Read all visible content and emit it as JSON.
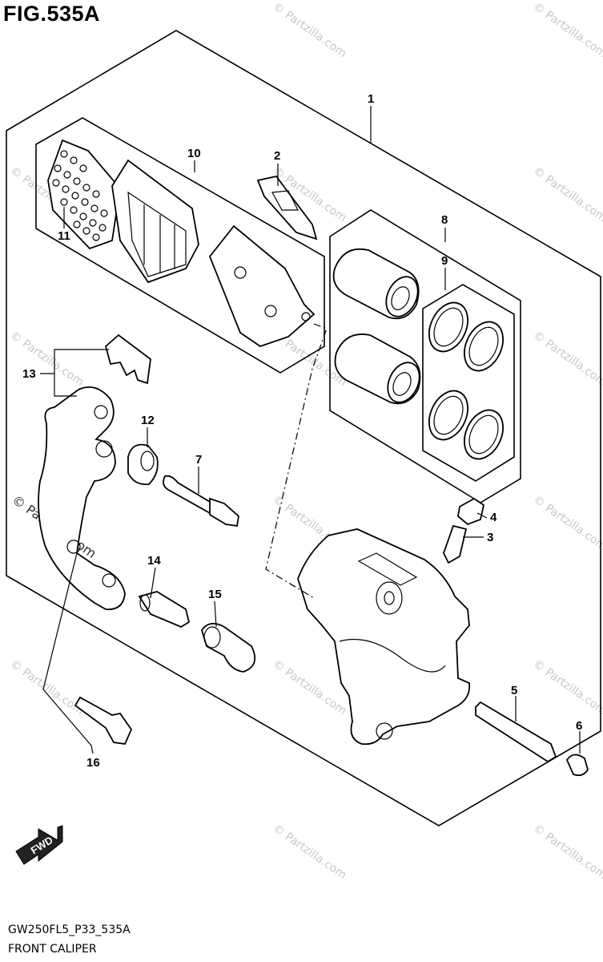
{
  "figure": {
    "title": "FIG.535A"
  },
  "footer": {
    "code": "GW250FL5_P33_535A",
    "name": "FRONT CALIPER"
  },
  "watermark": {
    "text": "© Partzilla.com"
  },
  "direction_marker": {
    "label": "FWD"
  },
  "callouts": {
    "c1": "1",
    "c2": "2",
    "c3": "3",
    "c4": "4",
    "c5": "5",
    "c6": "6",
    "c7": "7",
    "c8": "8",
    "c9": "9",
    "c10": "10",
    "c11": "11",
    "c12": "12",
    "c13": "13",
    "c14": "14",
    "c15": "15",
    "c16": "16"
  }
}
